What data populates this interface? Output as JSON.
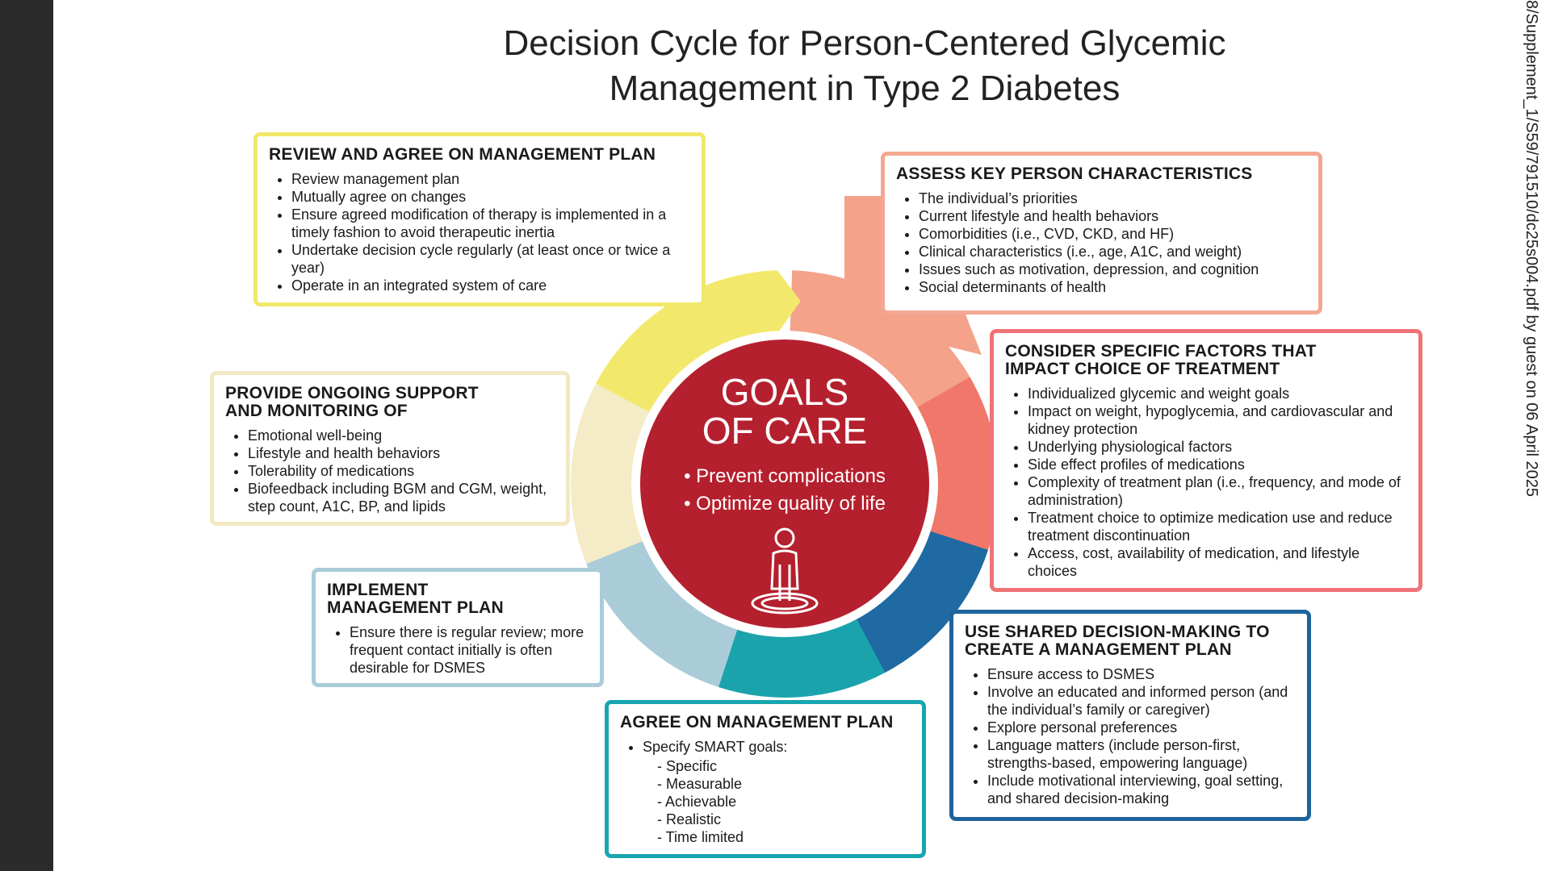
{
  "title_line1": "Decision Cycle for Person-Centered Glycemic",
  "title_line2": "Management in Type 2 Diabetes",
  "side_note": "8/Supplement_1/S59/791510/dc25s004.pdf by guest on 06 April 2025",
  "center": {
    "heading_line1": "GOALS",
    "heading_line2": "OF CARE",
    "bullets": [
      "• Prevent complications",
      "• Optimize quality of life"
    ],
    "icon": "person-standing-icon"
  },
  "colors": {
    "yellow": "#f2e96c",
    "cream": "#f3ecc6",
    "lightblue": "#a9ccd8",
    "teal": "#1ba3ad",
    "blue": "#1f6aa3",
    "coral": "#f0776a",
    "salmon": "#f4a28a",
    "center": "#b5202e",
    "border_yellow": "#f1e86a",
    "border_cream": "#f2e9c4",
    "border_lightblue": "#a9ccd8",
    "border_teal": "#17a6b0",
    "border_blue": "#1e639b",
    "border_coral": "#ef7377",
    "border_salmon": "#f4a792"
  },
  "boxes": {
    "review": {
      "heading": "REVIEW AND AGREE ON MANAGEMENT PLAN",
      "items": [
        "Review management plan",
        "Mutually agree on changes",
        "Ensure agreed modification of therapy is implemented in a timely fashion to avoid therapeutic inertia",
        "Undertake decision cycle regularly (at least once or twice a year)",
        "Operate in an integrated system of care"
      ]
    },
    "assess": {
      "heading": "ASSESS KEY PERSON CHARACTERISTICS",
      "items": [
        "The individual’s priorities",
        "Current lifestyle and health behaviors",
        "Comorbidities (i.e., CVD, CKD, and HF)",
        "Clinical characteristics (i.e., age, A1C, and weight)",
        "Issues such as motivation, depression, and cognition",
        "Social determinants of health"
      ]
    },
    "consider": {
      "heading_line1": "CONSIDER SPECIFIC FACTORS THAT",
      "heading_line2": "IMPACT CHOICE OF TREATMENT",
      "items": [
        "Individualized glycemic and weight goals",
        "Impact on weight, hypoglycemia, and cardiovascular and kidney protection",
        "Underlying physiological factors",
        "Side effect profiles of medications",
        "Complexity of treatment plan (i.e., frequency, and mode of administration)",
        "Treatment choice to optimize medication use and reduce treatment discontinuation",
        "Access, cost, availability of medication, and lifestyle choices"
      ]
    },
    "support": {
      "heading_line1": "PROVIDE ONGOING SUPPORT",
      "heading_line2": "AND MONITORING OF",
      "items": [
        "Emotional well-being",
        "Lifestyle and health behaviors",
        "Tolerability of medications",
        "Biofeedback including BGM and CGM, weight, step count, A1C, BP, and lipids"
      ]
    },
    "implement": {
      "heading_line1": "IMPLEMENT",
      "heading_line2": "MANAGEMENT PLAN",
      "items": [
        "Ensure there is regular review; more frequent contact initially is often desirable for DSMES"
      ]
    },
    "agree": {
      "heading": "AGREE ON MANAGEMENT PLAN",
      "items": [
        "Specify SMART goals:"
      ],
      "subitems": [
        "Specific",
        "Measurable",
        "Achievable",
        "Realistic",
        "Time limited"
      ]
    },
    "shared": {
      "heading_line1": "USE SHARED DECISION-MAKING TO",
      "heading_line2": "CREATE A MANAGEMENT PLAN",
      "items": [
        "Ensure access to DSMES",
        "Involve an educated and informed person (and the individual’s family or caregiver)",
        "Explore personal preferences",
        "Language matters (include person-first, strengths-based, empowering language)",
        "Include motivational interviewing, goal setting, and shared decision-making"
      ]
    }
  }
}
